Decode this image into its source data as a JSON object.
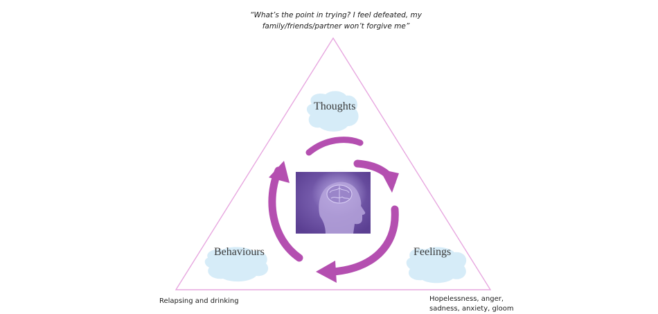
{
  "quote": {
    "line1": "“What’s the point in trying? I feel defeated, my",
    "line2": "family/friends/partner won’t forgive me”"
  },
  "nodes": {
    "thoughts": "Thoughts",
    "behaviours": "Behaviours",
    "feelings": "Feelings"
  },
  "notes": {
    "behaviours": [
      "Relapsing and drinking"
    ],
    "feelings": [
      "Hopelessness, anger,",
      "sadness, anxiety, gloom"
    ]
  },
  "icons": {
    "center": "head-brain-icon",
    "cycle": "circular-arrows-icon"
  },
  "colors": {
    "triangle_stroke": "#e7a6df",
    "cloud_fill": "#d6ecf8",
    "arrow": "#b44fb0",
    "image_bg": "#6b4fa2",
    "head": "#b6a4dc"
  }
}
